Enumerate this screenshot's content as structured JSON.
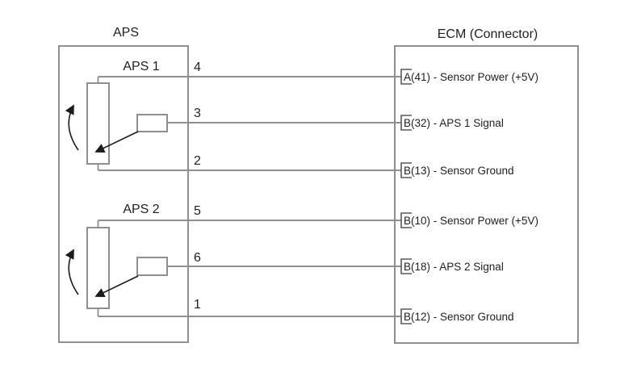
{
  "colors": {
    "line_gray": "#8f8f8f",
    "ink": "#1f1f1f",
    "background": "#ffffff"
  },
  "aps": {
    "title": "APS"
  },
  "ecm": {
    "title": "ECM (Connector)"
  },
  "sensors": [
    {
      "label": "APS 1",
      "wires": [
        {
          "number": "4",
          "pin_label": "A(41) - Sensor Power (+5V)"
        },
        {
          "number": "3",
          "pin_label": "B(32) - APS 1 Signal"
        },
        {
          "number": "2",
          "pin_label": "B(13) - Sensor Ground"
        }
      ]
    },
    {
      "label": "APS 2",
      "wires": [
        {
          "number": "5",
          "pin_label": "B(10) - Sensor Power (+5V)"
        },
        {
          "number": "6",
          "pin_label": "B(18) - APS 2 Signal"
        },
        {
          "number": "1",
          "pin_label": "B(12) - Sensor Ground"
        }
      ]
    }
  ]
}
